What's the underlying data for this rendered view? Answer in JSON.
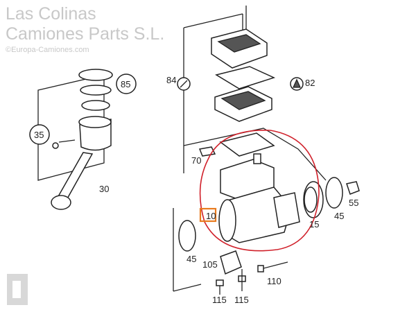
{
  "labels": {
    "p84": "84",
    "p82": "82",
    "p85": "85",
    "p35": "35",
    "p30": "30",
    "p70": "70",
    "p10": "10",
    "p45a": "45",
    "p15": "15",
    "p45b": "45",
    "p55": "55",
    "p105": "105",
    "p110": "110",
    "p115a": "115",
    "p115b": "115"
  },
  "watermark": {
    "main": "Las Colinas Camiones Parts S.L.",
    "sub": "©Europa-Camiones.com"
  },
  "colors": {
    "highlight_circle": "#d0202a",
    "highlight_box": "#e87a1e"
  }
}
